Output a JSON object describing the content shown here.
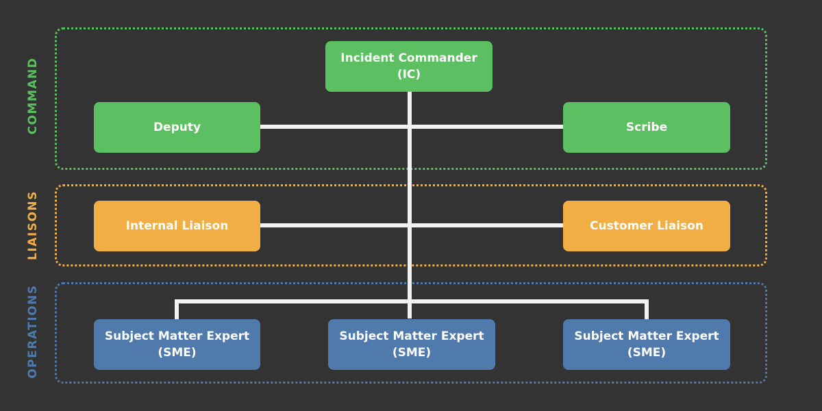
{
  "colors": {
    "background": "#333333",
    "command": "#5cbf61",
    "liaisons": "#f0ae45",
    "operations": "#4f7aab",
    "connector": "#f2f2f2",
    "text": "#ffffff"
  },
  "groups": {
    "command": {
      "label": "COMMAND"
    },
    "liaisons": {
      "label": "LIAISONS"
    },
    "operations": {
      "label": "OPERATIONS"
    }
  },
  "nodes": {
    "incident_commander": {
      "line1": "Incident Commander",
      "line2": "(IC)"
    },
    "deputy": {
      "line1": "Deputy"
    },
    "scribe": {
      "line1": "Scribe"
    },
    "internal_liaison": {
      "line1": "Internal Liaison"
    },
    "customer_liaison": {
      "line1": "Customer Liaison"
    },
    "sme": [
      {
        "line1": "Subject Matter Expert",
        "line2": "(SME)"
      },
      {
        "line1": "Subject Matter Expert",
        "line2": "(SME)"
      },
      {
        "line1": "Subject Matter Expert",
        "line2": "(SME)"
      }
    ]
  }
}
